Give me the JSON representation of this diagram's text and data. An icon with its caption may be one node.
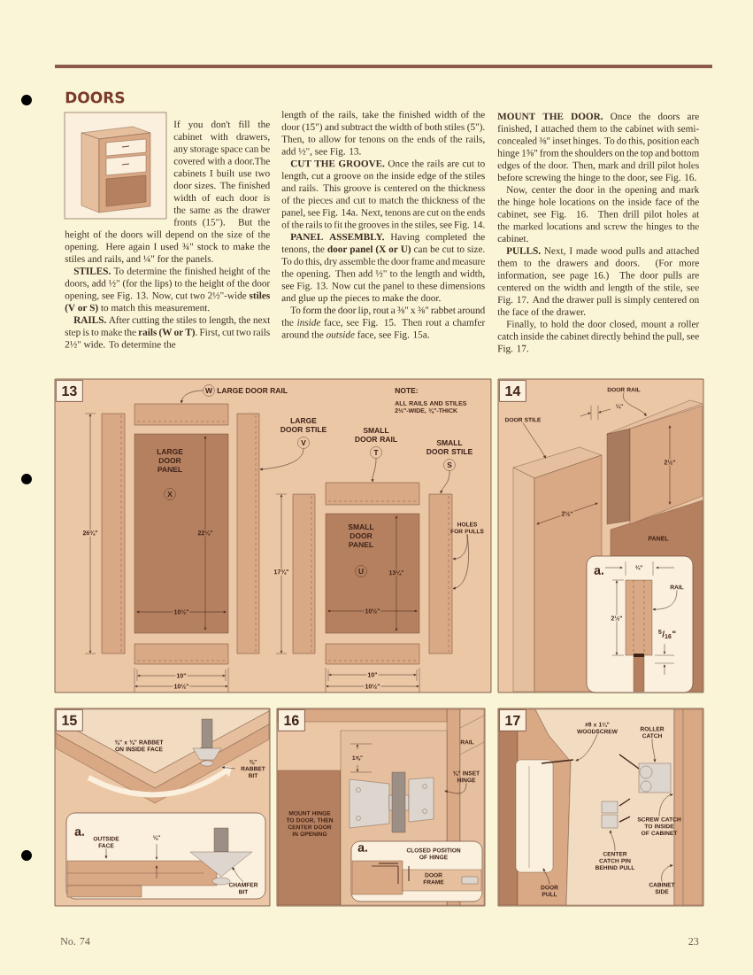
{
  "diagram": {
    "title": "DOORS",
    "nodes": [
      {
        "text": [
          "13"
        ]
      },
      {
        "text": [
          "W",
          "LARGE DOOR RAIL"
        ],
        "in": 0
      },
      {
        "text": [],
        "shape": "box",
        "in": 0
      },
      {
        "text": [],
        "shape": "box",
        "in": 0
      },
      {
        "text": [
          "LARGE DOOR PANEL",
          "X"
        ],
        "in": 0
      },
      {
        "text": [],
        "shape": "box",
        "in": 0
      },
      {
        "text": [],
        "shape": "box",
        "in": 0
      },
      {
        "text": [
          "LARGE DOOR STILE",
          "V"
        ],
        "in": 0
      },
      {
        "text": [
          "SMALL DOOR RAIL",
          "T"
        ],
        "in": 0
      },
      {
        "text": [
          "SMALL DOOR STILE",
          "S"
        ],
        "in": 0
      },
      {
        "text": [],
        "shape": "box",
        "in": 0
      },
      {
        "text": [],
        "shape": "box",
        "in": 0
      },
      {
        "text": [
          "SMALL DOOR PANEL",
          "U"
        ],
        "in": 0
      },
      {
        "text": [],
        "shape": "box",
        "in": 0
      },
      {
        "text": [],
        "shape": "box",
        "in": 0
      },
      {
        "text": [
          "HOLES FOR PULLS"
        ],
        "in": 0
      },
      {
        "text": [
          "14"
        ]
      },
      {
        "text": [
          "DOOR STILE"
        ],
        "in": 16
      },
      {
        "text": [
          "DOOR RAIL"
        ],
        "in": 16
      },
      {
        "text": [
          "a."
        ],
        "in": 16
      },
      {
        "text": [
          "RAIL"
        ],
        "in": 19
      },
      {
        "text": [
          "15"
        ]
      },
      {
        "text": [
          "⅜\" RABBET BIT"
        ],
        "in": 21
      },
      {
        "text": [
          "a."
        ],
        "in": 21
      },
      {
        "text": [
          "OUTSIDE FACE"
        ],
        "in": 23
      },
      {
        "text": [
          "CHAMFER BIT"
        ],
        "in": 23
      },
      {
        "text": [
          "16"
        ]
      },
      {
        "text": [
          "⅜\" INSET HINGE"
        ],
        "in": 26
      },
      {
        "text": [
          "a."
        ],
        "in": 26
      },
      {
        "text": [
          "17"
        ]
      },
      {
        "text": [
          "#8 x 1¼\" WOODSCREW"
        ],
        "in": 29
      },
      {
        "text": [
          "ROLLER CATCH"
        ],
        "in": 29
      },
      {
        "text": [
          "SCREW CATCH TO INSIDE OF CABINET"
        ],
        "in": 29
      },
      {
        "text": [
          "CENTER CATCH PIN BEHIND PULL"
        ],
        "in": 29
      },
      {
        "text": [
          "DOOR PULL"
        ],
        "in": 29
      },
      {
        "text": [
          "CABINET SIDE"
        ],
        "in": 29
      },
      {
        "text": [],
        "shape": "picture",
        "in": 19
      },
      {
        "text": [],
        "shape": "picture",
        "in": 21
      }
    ],
    "edges": [
      {
        "from": 1,
        "to": 2,
        "arrow": "to"
      },
      {
        "from": 7,
        "to": 6,
        "arrow": "to"
      },
      {
        "from": 8,
        "to": 10,
        "arrow": "to"
      },
      {
        "from": 9,
        "to": 14,
        "arrow": "to"
      },
      {
        "from": 15,
        "to": 14,
        "arrow": "to"
      },
      {
        "from": 15,
        "to": 14,
        "arrow": "to"
      },
      {
        "from": 17,
        "to": null,
        "arrow": "to"
      },
      {
        "from": 18,
        "to": null,
        "arrow": "to"
      },
      {
        "from": 20,
        "to": 36,
        "arrow": "to"
      },
      {
        "from": 22,
        "to": 37,
        "arrow": "to"
      },
      {
        "from": 24,
        "to": null,
        "arrow": "to"
      },
      {
        "from": 25,
        "to": null,
        "arrow": "to"
      },
      {
        "from": 27,
        "to": null,
        "arrow": "to"
      },
      {
        "from": 30,
        "to": null,
        "arrow": "to"
      },
      {
        "from": 31,
        "to": null,
        "arrow": "to"
      },
      {
        "from": 32,
        "to": null,
        "arrow": "to"
      },
      {
        "from": 33,
        "to": null,
        "arrow": "to"
      },
      {
        "from": 34,
        "to": null,
        "arrow": "to"
      },
      {
        "from": 35,
        "to": null,
        "arrow": "to"
      }
    ],
    "labels": [
      "If you don't fill the cabinet with drawers, any storage space can be covered with a door.The cabinets I built use two door sizes. The finished width of each door is the same as the drawer fronts (15\"). But the height of the doors will depend on the size of the opening. Here again I used ¾\" stock to make the stiles and rails, and ¼\" for the panels.",
      "**STILES.** To determine the finished height of the doors, add ½\" (for the lips) to the height of the door opening, see Fig. 13. Now, cut two 2½\"-wide **stiles (V or S)** to match this measurement.",
      "**RAILS.** After cutting the stiles to length, the next step is to make the **rails (W or T)**. First, cut two rails 2½\" wide. To determine the",
      "length of the rails, take the finished width of the door (15\") and subtract the width of both stiles (5\"). Then, to allow for tenons on the ends of the rails, add ½\", see Fig. 13.",
      "**CUT THE GROOVE.** Once the rails are cut to length, cut a groove on the inside edge of the stiles and rails. This groove is centered on the thickness of the pieces and cut to match the thickness of the panel, see Fig. 14a. Next, tenons are cut on the ends of the rails to fit the grooves in the stiles, see Fig. 14.",
      "**PANEL ASSEMBLY.** Having completed the tenons, the **door panel (X or U)** can be cut to size. To do this, dry assemble the door frame and measure the opening. Then add ½\" to the length and width, see Fig. 13. Now cut the panel to these dimensions and glue up the pieces to make the door.",
      "To form the door lip, rout a ⅜\" x ⅜\" rabbet around the *inside* face, see Fig. 15. Then rout a chamfer around the *outside* face, see Fig. 15a.",
      "**MOUNT THE DOOR.** Once the doors are finished, I attached them to the cabinet with semi-concealed ⅜\" inset hinges. To do this, position each hinge 1⅝\" from the shoulders on the top and bottom edges of the door. Then, mark and drill pilot holes before screwing the hinge to the door, see Fig. 16.",
      "Now, center the door in the opening and mark the hinge hole locations on the inside face of the cabinet, see Fig. 16. Then drill pilot holes at the marked locations and screw the hinges to the cabinet.",
      "**PULLS.** Next, I made wood pulls and attached them to the drawers and doors. (For more information, see page 16.) The door pulls are centered on the width and length of the stile, see Fig. 17. And the drawer pull is simply centered on the face of the drawer.",
      "Finally, to hold the door closed, mount a roller catch inside the cabinet directly behind the pull, see Fig. 17.",
      "NOTE:",
      "ALL RAILS AND STILES 2½\"-WIDE, ¾\"-THICK",
      "26¾\"",
      "22¼\"",
      "10½\"",
      "10\"",
      "10½\"",
      "17¾\"",
      "13¼\"",
      "10½\"",
      "10\"",
      "10½\"",
      "¼\"",
      "2½\"",
      "2½\"",
      "PANEL",
      "¾\"",
      "2½\"",
      "$^{5}$/$_{16}$\"",
      "⅜\" x ⅜\" RABBET ON INSIDE FACE",
      "⅛\"",
      "1⅝\"",
      "RAIL",
      "MOUNT HINGE TO DOOR, THEN CENTER DOOR IN OPENING",
      "CLOSED POSITION OF HINGE",
      "DOOR FRAME",
      "No. 74",
      "23"
    ]
  }
}
